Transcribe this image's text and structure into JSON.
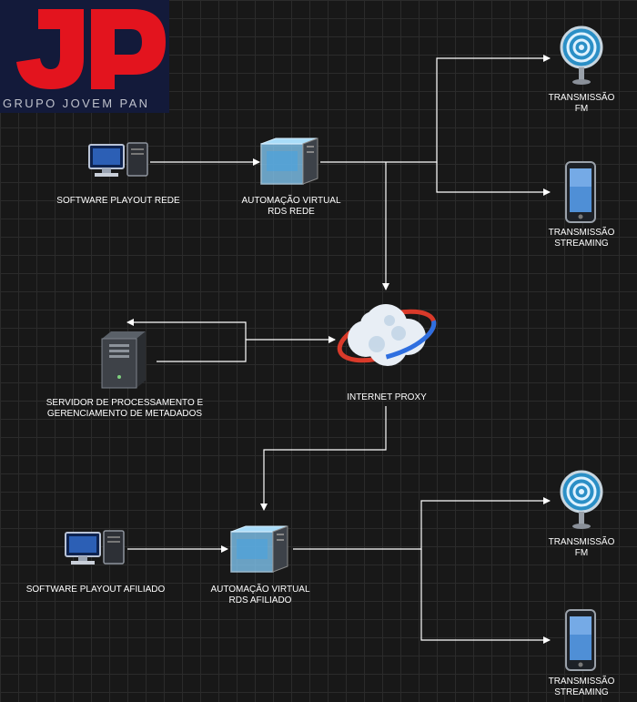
{
  "logo": {
    "initials": "JP",
    "brand": "GRUPO JOVEM PAN"
  },
  "nodes": {
    "software_playout_rede": {
      "label": "SOFTWARE PLAYOUT REDE"
    },
    "automacao_rede": {
      "label_line1": "AUTOMAÇÃO VIRTUAL",
      "label_line2": "RDS REDE"
    },
    "transmissao_fm_top": {
      "label_line1": "TRANSMISSÃO",
      "label_line2": "FM"
    },
    "transmissao_streaming_top": {
      "label_line1": "TRANSMISSÃO",
      "label_line2": "STREAMING"
    },
    "internet_proxy": {
      "label": "INTERNET PROXY"
    },
    "servidor": {
      "label_line1": "SERVIDOR DE PROCESSAMENTO E",
      "label_line2": "GERENCIAMENTO DE METADADOS"
    },
    "software_playout_afiliado": {
      "label": "SOFTWARE PLAYOUT AFILIADO"
    },
    "automacao_afiliado": {
      "label_line1": "AUTOMAÇÃO VIRTUAL",
      "label_line2": "RDS AFILIADO"
    },
    "transmissao_fm_bottom": {
      "label_line1": "TRANSMISSÃO",
      "label_line2": "FM"
    },
    "transmissao_streaming_bottom": {
      "label_line1": "TRANSMISSÃO",
      "label_line2": "STREAMING"
    }
  },
  "colors": {
    "background": "#181818",
    "grid": "#2b2b2b",
    "connector": "#ffffff",
    "logo_red": "#e3141e",
    "logo_bg": "#131a3a"
  }
}
